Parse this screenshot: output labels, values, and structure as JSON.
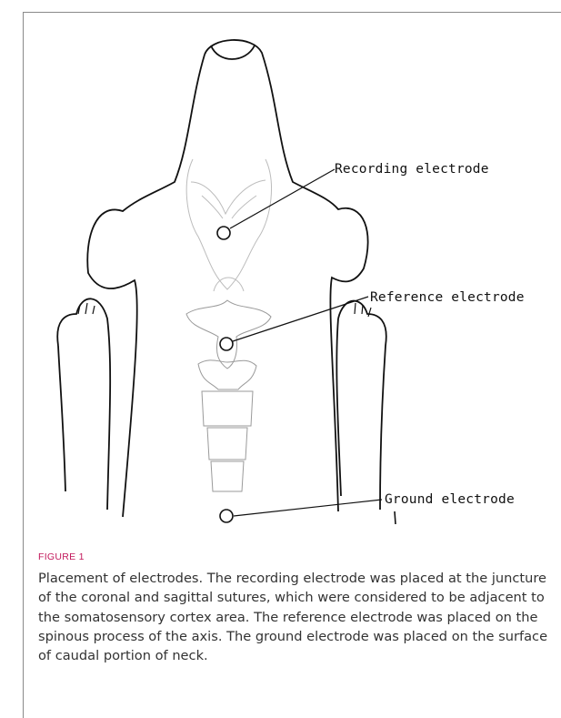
{
  "figure": {
    "labels": {
      "recording": "Recording electrode",
      "reference": "Reference electrode",
      "ground": "Ground electrode"
    },
    "figure_label": "FIGURE 1",
    "caption": "Placement of electrodes. The recording electrode was placed at the juncture of the coronal and sagittal sutures, which were considered to be adjacent to the somatosensory cortex area. The reference electrode was placed on the spinous process of the axis. The ground electrode was placed on the surface of caudal portion of neck."
  }
}
